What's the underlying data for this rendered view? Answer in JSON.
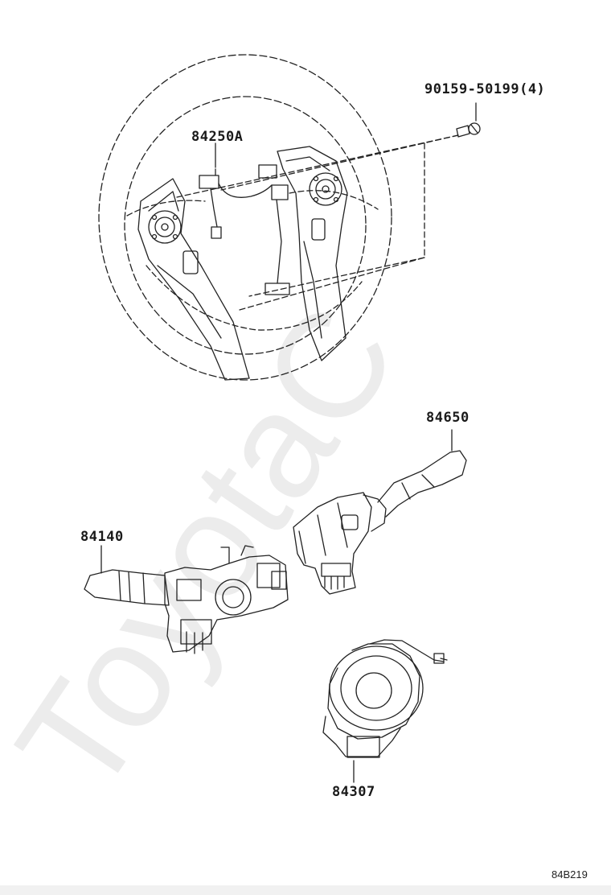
{
  "watermark": "ToyotaC",
  "parts": {
    "bolt": "90159-50199(4)",
    "switch_assy": "84250A",
    "wiper_switch": "84650",
    "turn_switch": "84140",
    "spiral_cable": "84307"
  },
  "diagram_code": "84B219",
  "colors": {
    "line": "#222222",
    "watermark": "#ececec"
  }
}
